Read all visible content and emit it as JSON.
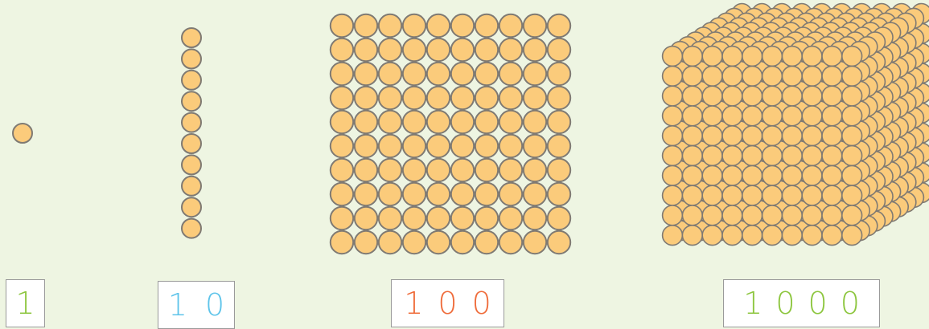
{
  "colors": {
    "background": "#eef5e2",
    "bead_fill": "#fbcb7b",
    "bead_stroke": "#7f7a73",
    "units": "#8dc63f",
    "tens": "#5ec4ea",
    "hundreds": "#ef6c3b",
    "thousands": "#8dc63f"
  },
  "groups": [
    {
      "id": "unit",
      "beads": 1,
      "digits": [
        "1"
      ],
      "color_key": "units"
    },
    {
      "id": "ten-bar",
      "beads": 10,
      "digits": [
        "1",
        "0"
      ],
      "color_key": "tens"
    },
    {
      "id": "hundred-square",
      "beads": 100,
      "digits": [
        "1",
        "0",
        "0"
      ],
      "color_key": "hundreds"
    },
    {
      "id": "thousand-cube",
      "beads": 1000,
      "digits": [
        "1",
        "0",
        "0",
        "0"
      ],
      "color_key": "thousands"
    }
  ]
}
